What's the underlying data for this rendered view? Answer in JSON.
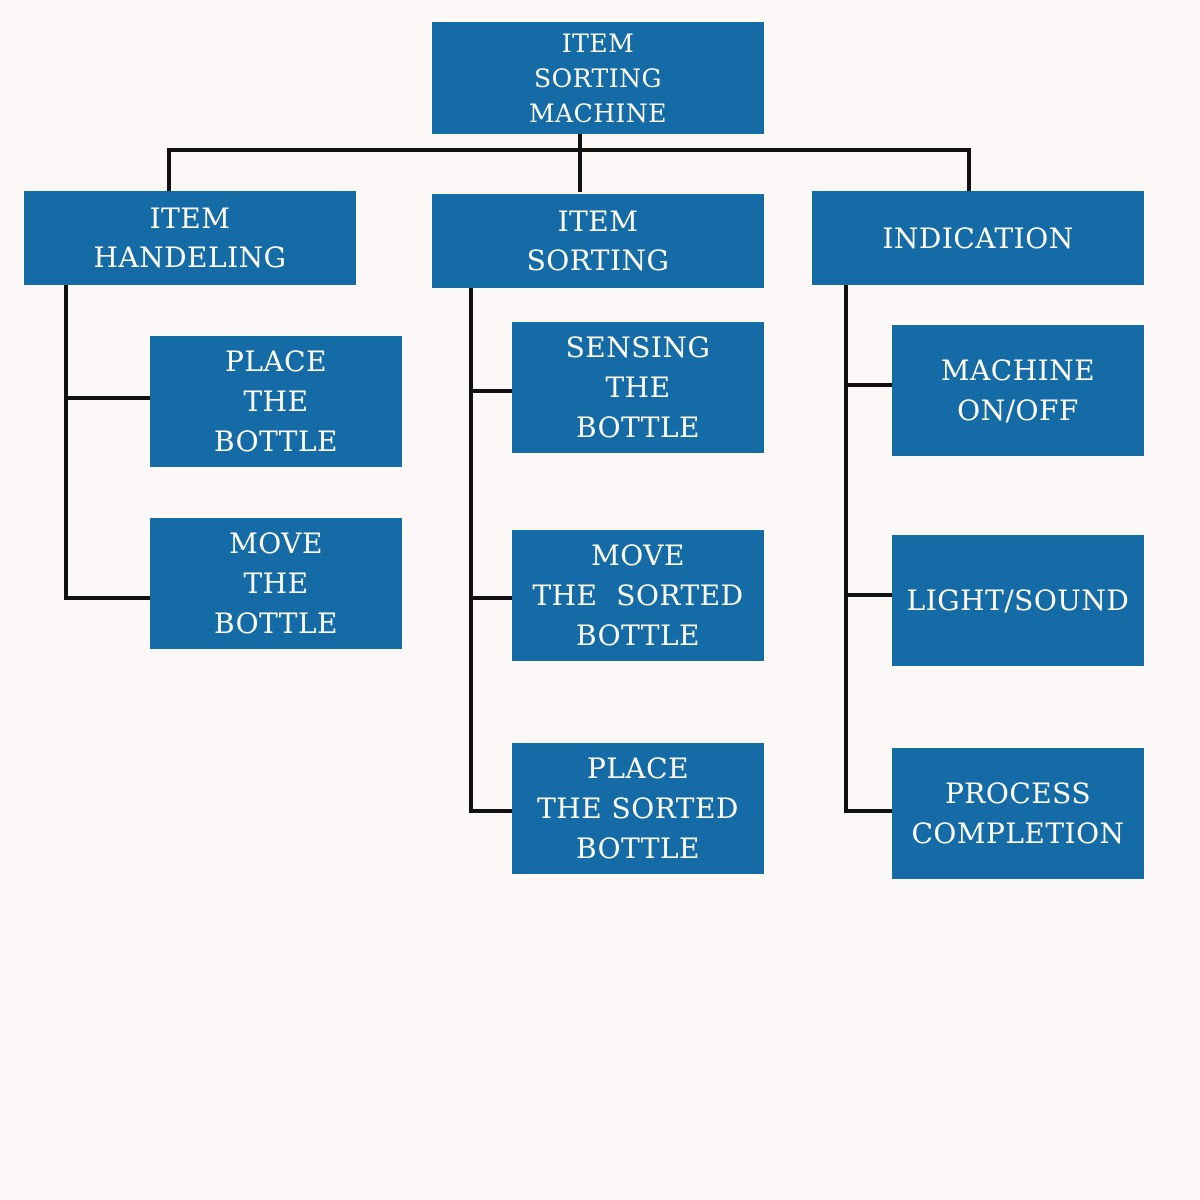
{
  "root": {
    "lines": [
      "ITEM",
      "SORTING",
      "MACHINE"
    ]
  },
  "branches": [
    {
      "label": [
        "ITEM",
        "HANDELING"
      ],
      "children": [
        [
          "PLACE",
          "THE",
          "BOTTLE"
        ],
        [
          "MOVE",
          "THE",
          "BOTTLE"
        ]
      ]
    },
    {
      "label": [
        "ITEM",
        "SORTING"
      ],
      "children": [
        [
          "SENSING",
          "THE",
          "BOTTLE"
        ],
        [
          "MOVE",
          "THE  SORTED",
          "BOTTLE"
        ],
        [
          "PLACE",
          "THE SORTED",
          "BOTTLE"
        ]
      ]
    },
    {
      "label": [
        "INDICATION"
      ],
      "children": [
        [
          "MACHINE",
          "ON/OFF"
        ],
        [
          "LIGHT/SOUND"
        ],
        [
          "PROCESS",
          "COMPLETION"
        ]
      ]
    }
  ],
  "colors": {
    "background": "#fcf8f7",
    "box_fill": "#156ba6",
    "box_text": "#ffffff",
    "connector": "#111111"
  }
}
